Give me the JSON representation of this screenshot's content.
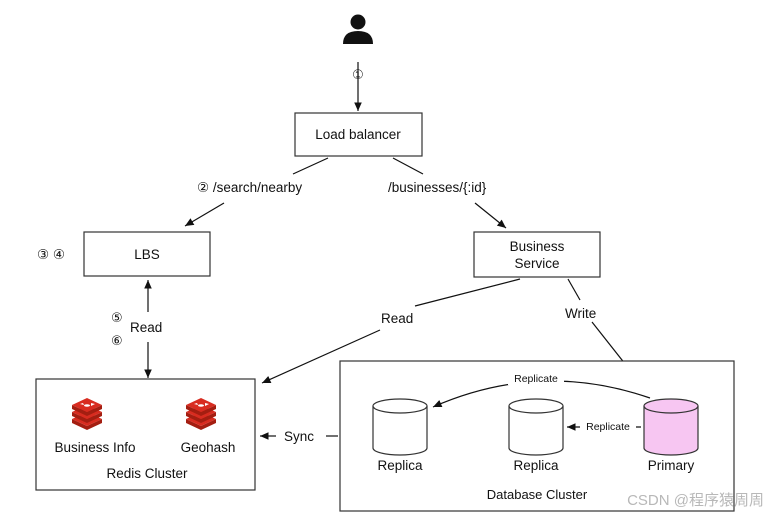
{
  "steps": {
    "one": "①",
    "two_path": "② /search/nearby",
    "three_four": "③  ④",
    "five": "⑤",
    "six": "⑥"
  },
  "nodes": {
    "load_balancer": "Load balancer",
    "lbs": "LBS",
    "business_service_line1": "Business",
    "business_service_line2": "Service",
    "redis_cluster": "Redis Cluster",
    "business_info": "Business Info",
    "geohash": "Geohash",
    "database_cluster": "Database Cluster",
    "replica_a": "Replica",
    "replica_b": "Replica",
    "primary": "Primary"
  },
  "edges": {
    "businesses_path": "/businesses/{:id}",
    "lbs_read": "Read",
    "service_read": "Read",
    "service_write": "Write",
    "sync": "Sync",
    "replicate_top": "Replicate",
    "replicate_mid": "Replicate"
  },
  "watermark": "CSDN @程序猿周周",
  "colors": {
    "primary_fill": "#f7c6f2",
    "redis_red": "#d82c20",
    "stroke": "#333333"
  },
  "icons": [
    "user-icon",
    "redis-icon"
  ]
}
